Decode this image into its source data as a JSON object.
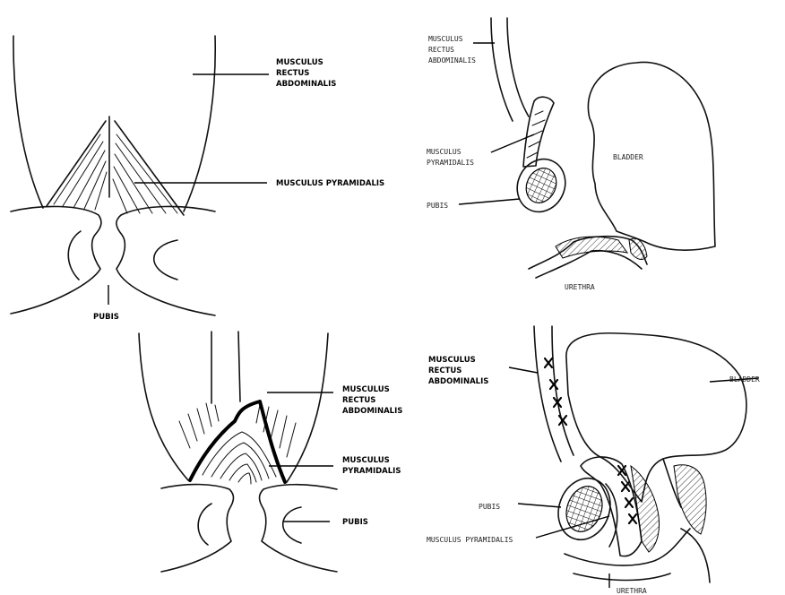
{
  "panel_tl": {
    "label_rectus_1": "MUSCULUS",
    "label_rectus_2": "RECTUS",
    "label_rectus_3": "ABDOMINALIS",
    "label_pyramidalis": "MUSCULUS PYRAMIDALIS",
    "label_pubis": "PUBIS"
  },
  "panel_tr": {
    "label_rectus_1": "MUSCULUS",
    "label_rectus_2": "RECTUS",
    "label_rectus_3": "ABDOMINALIS",
    "label_pyramidalis_1": "MUSCULUS",
    "label_pyramidalis_2": "PYRAMIDALIS",
    "label_pubis": "PUBIS",
    "label_bladder": "BLADDER",
    "label_urethra": "URETHRA"
  },
  "panel_bl": {
    "label_rectus_1": "MUSCULUS",
    "label_rectus_2": "RECTUS",
    "label_rectus_3": "ABDOMINALIS",
    "label_pyramidalis_1": "MUSCULUS",
    "label_pyramidalis_2": "PYRAMIDALIS",
    "label_pubis": "PUBIS"
  },
  "panel_br": {
    "label_rectus_1": "MUSCULUS",
    "label_rectus_2": "RECTUS",
    "label_rectus_3": "ABDOMINALIS",
    "label_bladder": "BLADDER",
    "label_pubis": "PUBIS",
    "label_pyramidalis": "MUSCULUS PYRAMIDALIS",
    "label_urethra": "URETHRA"
  }
}
